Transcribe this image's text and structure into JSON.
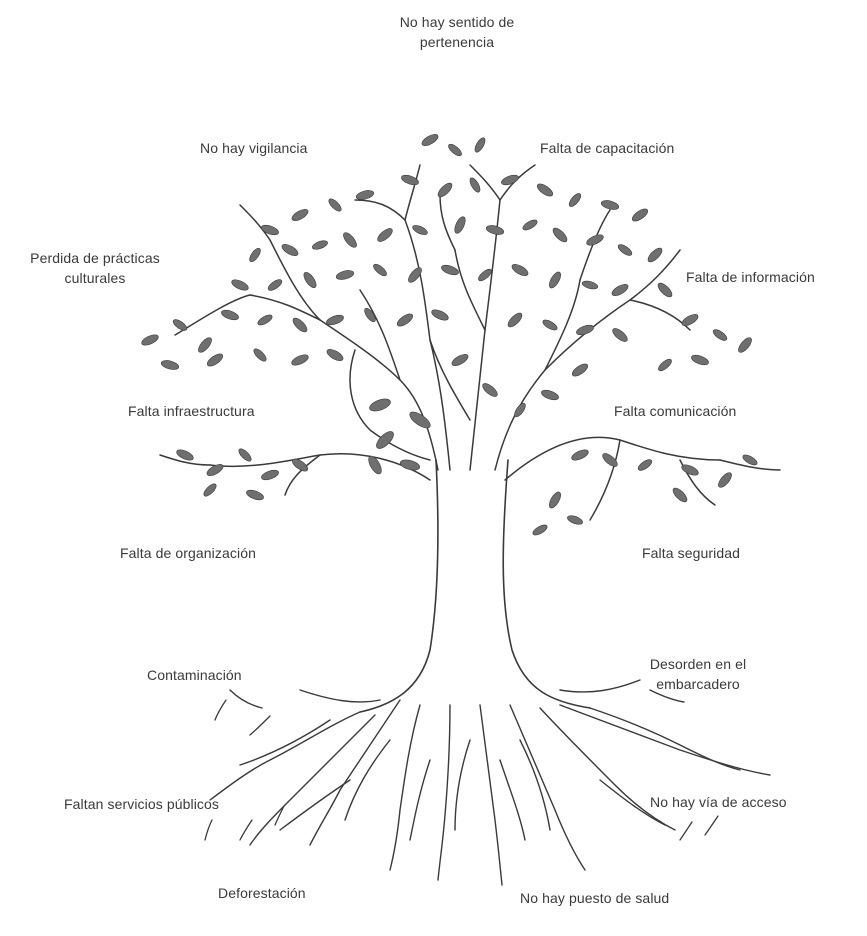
{
  "labels": {
    "sentido": "No hay sentido de\npertenencia",
    "vigilancia": "No hay vigilancia",
    "capacitacion": "Falta de capacitación",
    "practicas": "Perdida de prácticas\nculturales",
    "informacion": "Falta de información",
    "infraestructura": "Falta infraestructura",
    "comunicacion": "Falta comunicación",
    "organizacion": "Falta de organización",
    "seguridad": "Falta seguridad",
    "contaminacion": "Contaminación",
    "desorden": "Desorden en el\nembarcadero",
    "servicios": "Faltan servicios públicos",
    "via": "No hay vía de acceso",
    "deforestacion": "Deforestación",
    "salud": "No hay puesto de salud"
  },
  "colors": {
    "ink": "#3a3a3a",
    "leaf_fill": "#6f6f6f",
    "background": "#ffffff"
  },
  "icons": {
    "tree": "problem-tree-illustration"
  }
}
